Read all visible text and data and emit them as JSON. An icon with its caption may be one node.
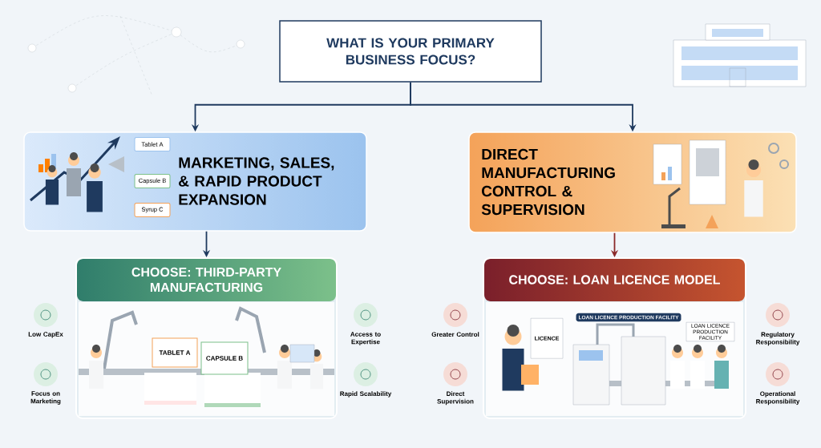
{
  "diagram": {
    "nodes": [
      {
        "text": [
          "WHAT IS YOUR PRIMARY BUSINESS FOCUS?"
        ]
      },
      {
        "text": [
          "MARKETING, SALES, & RAPID PRODUCT EXPANSION"
        ]
      },
      {
        "text": [
          "DIRECT MANUFACTURING CONTROL & SUPERVISION"
        ]
      },
      {
        "text": [
          "CHOOSE: THIRD-PARTY MANUFACTURING"
        ]
      },
      {
        "text": [
          "CHOOSE: LOAN LICENCE MODEL"
        ]
      }
    ],
    "edges": [
      {
        "from": 0,
        "to": 1,
        "arrow": "to"
      },
      {
        "from": 0,
        "to": 2,
        "arrow": "to"
      },
      {
        "from": 1,
        "to": 3,
        "arrow": "to"
      },
      {
        "from": 2,
        "to": 4,
        "arrow": "to",
        "color": "#8b2a2a"
      }
    ],
    "labels": [
      "Tablet A",
      "Capsule B",
      "Syrup C",
      "Low CapEx",
      "Focus on Marketing",
      "TABLET A",
      "CAPSULE B",
      "Access to Expertise",
      "Rapid Scalability",
      "Greater Control",
      "Direct Supervision",
      "LICENCE",
      "LOAN LICENCE PRODUCTION FACILITY",
      "LOAN LICENCE PRODUCTION FACILITY",
      "Regulatory Responsibility",
      "Operational Responsibility"
    ]
  }
}
